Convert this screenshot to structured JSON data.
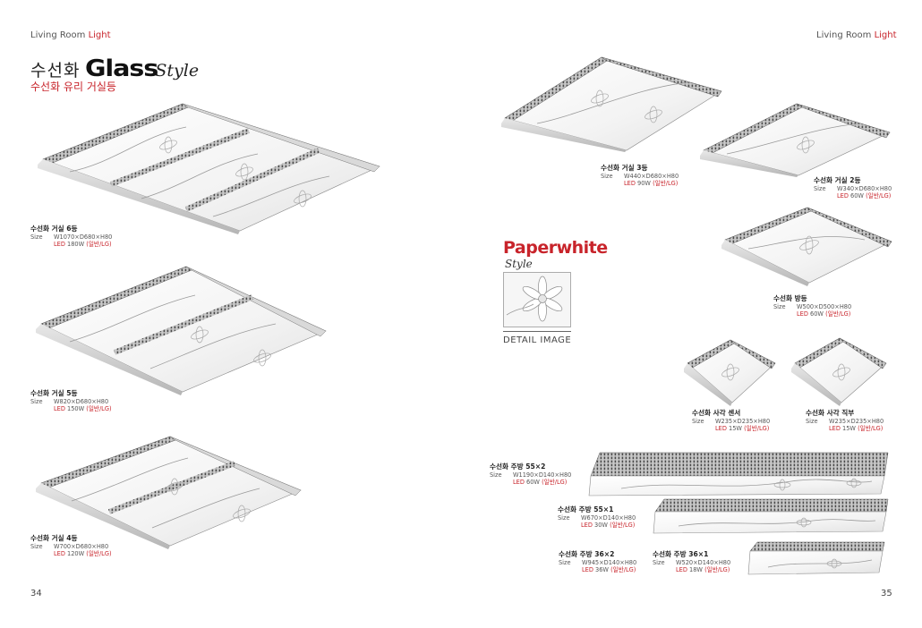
{
  "header": {
    "left_text": "Living Room",
    "left_accent": "Light",
    "right_text": "Living Room",
    "right_accent": "Light"
  },
  "title": {
    "korean": "수선화",
    "glass": "Glass",
    "style": "Style",
    "subtitle": "수선화 유리 거실등"
  },
  "paperwhite": {
    "title": "Paperwhite",
    "style": "Style",
    "detail_label": "DETAIL IMAGE"
  },
  "products": {
    "p1": {
      "name": "수선화 거실 6등",
      "size_label": "Size",
      "size": "W1070×D680×H80",
      "led_label": "LED",
      "power": "180W",
      "spec": "(일반/LG)"
    },
    "p2": {
      "name": "수선화 거실 5등",
      "size_label": "Size",
      "size": "W820×D680×H80",
      "led_label": "LED",
      "power": "150W",
      "spec": "(일반/LG)"
    },
    "p3": {
      "name": "수선화 거실 4등",
      "size_label": "Size",
      "size": "W700×D680×H80",
      "led_label": "LED",
      "power": "120W",
      "spec": "(일반/LG)"
    },
    "p4": {
      "name": "수선화 거실 3등",
      "size_label": "Size",
      "size": "W440×D680×H80",
      "led_label": "LED",
      "power": "90W",
      "spec": "(일반/LG)"
    },
    "p5": {
      "name": "수선화 거실 2등",
      "size_label": "Size",
      "size": "W340×D680×H80",
      "led_label": "LED",
      "power": "60W",
      "spec": "(일반/LG)"
    },
    "p6": {
      "name": "수선화 방등",
      "size_label": "Size",
      "size": "W500×D500×H80",
      "led_label": "LED",
      "power": "60W",
      "spec": "(일반/LG)"
    },
    "p7": {
      "name": "수선화 사각 센서",
      "size_label": "Size",
      "size": "W235×D235×H80",
      "led_label": "LED",
      "power": "15W",
      "spec": "(일반/LG)"
    },
    "p8": {
      "name": "수선화 사각 직부",
      "size_label": "Size",
      "size": "W235×D235×H80",
      "led_label": "LED",
      "power": "15W",
      "spec": "(일반/LG)"
    },
    "p9": {
      "name": "수선화 주방 55×2",
      "size_label": "Size",
      "size": "W1190×D140×H80",
      "led_label": "LED",
      "power": "60W",
      "spec": "(일반/LG)"
    },
    "p10": {
      "name": "수선화 주방 55×1",
      "size_label": "Size",
      "size": "W670×D140×H80",
      "led_label": "LED",
      "power": "30W",
      "spec": "(일반/LG)"
    },
    "p11": {
      "name": "수선화 주방 36×2",
      "size_label": "Size",
      "size": "W945×D140×H80",
      "led_label": "LED",
      "power": "36W",
      "spec": "(일반/LG)"
    },
    "p12": {
      "name": "수선화 주방 36×1",
      "size_label": "Size",
      "size": "W520×D140×H80",
      "led_label": "LED",
      "power": "18W",
      "spec": "(일반/LG)"
    }
  },
  "pages": {
    "left": "34",
    "right": "35"
  }
}
